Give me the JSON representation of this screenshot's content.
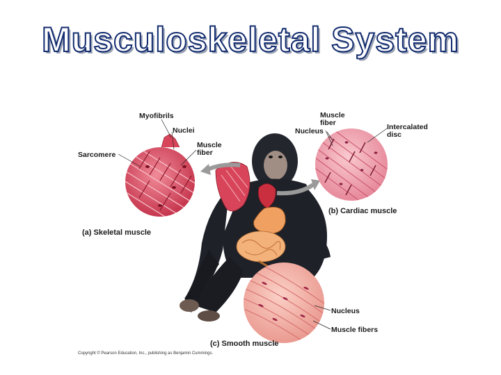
{
  "title": "Musculoskeletal System",
  "labels": {
    "myofibrils": "Myofibrils",
    "nuclei": "Nuclei",
    "muscle_fiber_a_line1": "Muscle",
    "muscle_fiber_a_line2": "fiber",
    "sarcomere": "Sarcomere",
    "skeletal_caption": "(a) Skeletal muscle",
    "muscle_fiber_b_line1": "Muscle",
    "muscle_fiber_b_line2": "fiber",
    "nucleus_b": "Nucleus",
    "intercalated_line1": "Intercalated",
    "intercalated_line2": "disc",
    "cardiac_caption": "(b) Cardiac muscle",
    "nucleus_c": "Nucleus",
    "muscle_fibers_c": "Muscle fibers",
    "smooth_caption": "(c) Smooth muscle",
    "copyright": "Copyright © Pearson Education, Inc., publishing as Benjamin Cummings."
  },
  "colors": {
    "title_stroke": "#102a6e",
    "muscle_red": "#d8455a",
    "muscle_pink": "#f0a7b0",
    "smooth_pink": "#f2b2a8",
    "fur": "#1e2128",
    "gut": "#f3b27a"
  }
}
